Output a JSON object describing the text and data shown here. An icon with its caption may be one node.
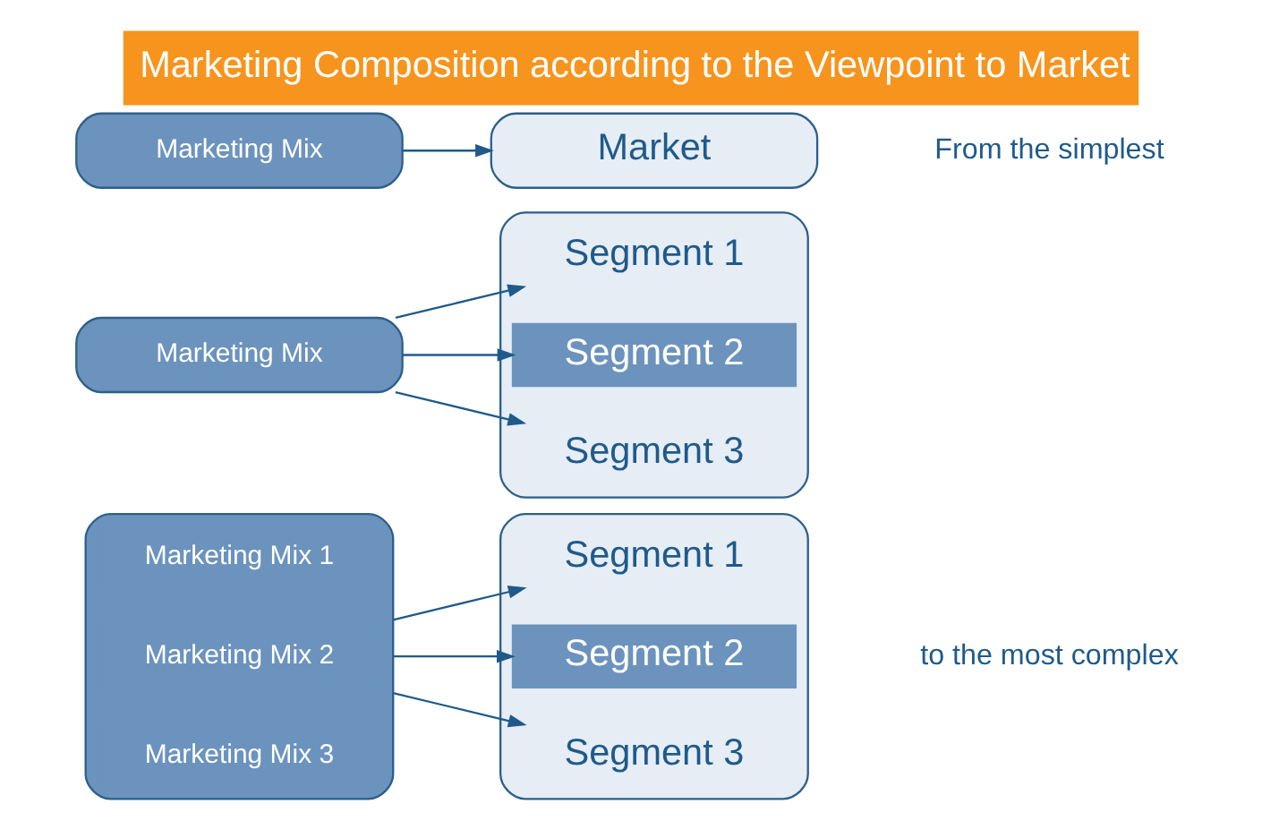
{
  "diagram": {
    "title": "Marketing Composition according to the Viewpoint to Market",
    "nodes": [
      {
        "text": [
          "Marketing Mix"
        ]
      },
      {
        "text": [
          "Market"
        ]
      },
      {
        "text": [
          "Marketing Mix"
        ]
      },
      {
        "text": [],
        "shape": "box"
      },
      {
        "text": [
          "Segment 1"
        ],
        "in": 3
      },
      {
        "text": [
          "Segment 2"
        ],
        "in": 3
      },
      {
        "text": [
          "Segment 3"
        ],
        "in": 3
      },
      {
        "text": [],
        "shape": "box"
      },
      {
        "text": [
          "Marketing Mix 1"
        ],
        "in": 7
      },
      {
        "text": [
          "Marketing Mix 2"
        ],
        "in": 7
      },
      {
        "text": [
          "Marketing Mix 3"
        ],
        "in": 7
      },
      {
        "text": [],
        "shape": "box"
      },
      {
        "text": [
          "Segment 1"
        ],
        "in": 11
      },
      {
        "text": [
          "Segment 2"
        ],
        "in": 11
      },
      {
        "text": [
          "Segment 3"
        ],
        "in": 11
      }
    ],
    "edges": [
      {
        "from": 0,
        "to": 1,
        "arrow": "to"
      },
      {
        "from": 2,
        "to": 4,
        "arrow": "to"
      },
      {
        "from": 2,
        "to": 5,
        "arrow": "to"
      },
      {
        "from": 2,
        "to": 6,
        "arrow": "to"
      },
      {
        "from": 7,
        "to": 12,
        "arrow": "to"
      },
      {
        "from": 7,
        "to": 13,
        "arrow": "to"
      },
      {
        "from": 7,
        "to": 14,
        "arrow": "to"
      }
    ],
    "labels": [
      "From the simplest",
      "to the most complex"
    ]
  }
}
